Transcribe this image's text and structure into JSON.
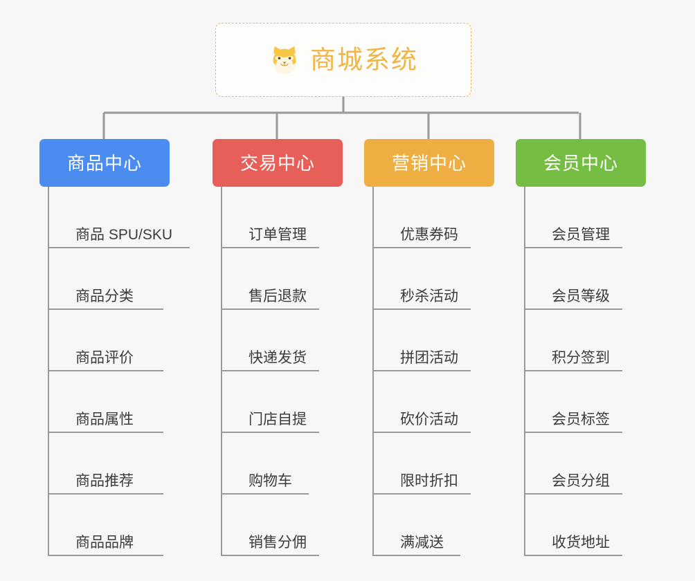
{
  "diagram": {
    "title": "商城系统",
    "root_icon": "shiba-inu-dog-face-icon",
    "background_color": "#f7f7f7",
    "root": {
      "label": "商城系统",
      "text_color": "#f2b544",
      "border_color": "#e8b862",
      "background_color": "#fdfdfc"
    },
    "connector_color": "#9a9a9a",
    "branches": [
      {
        "label": "商品中心",
        "color": "#4a8cf0",
        "color_name": "blue",
        "items": [
          "商品 SPU/SKU",
          "商品分类",
          "商品评价",
          "商品属性",
          "商品推荐",
          "商品品牌"
        ]
      },
      {
        "label": "交易中心",
        "color": "#e65f59",
        "color_name": "red",
        "items": [
          "订单管理",
          "售后退款",
          "快递发货",
          "门店自提",
          "购物车",
          "销售分佣"
        ]
      },
      {
        "label": "营销中心",
        "color": "#eeae41",
        "color_name": "orange",
        "items": [
          "优惠券码",
          "秒杀活动",
          "拼团活动",
          "砍价活动",
          "限时折扣",
          "满减送"
        ]
      },
      {
        "label": "会员中心",
        "color": "#76be43",
        "color_name": "green",
        "items": [
          "会员管理",
          "会员等级",
          "积分签到",
          "会员标签",
          "会员分组",
          "收货地址"
        ]
      }
    ]
  }
}
